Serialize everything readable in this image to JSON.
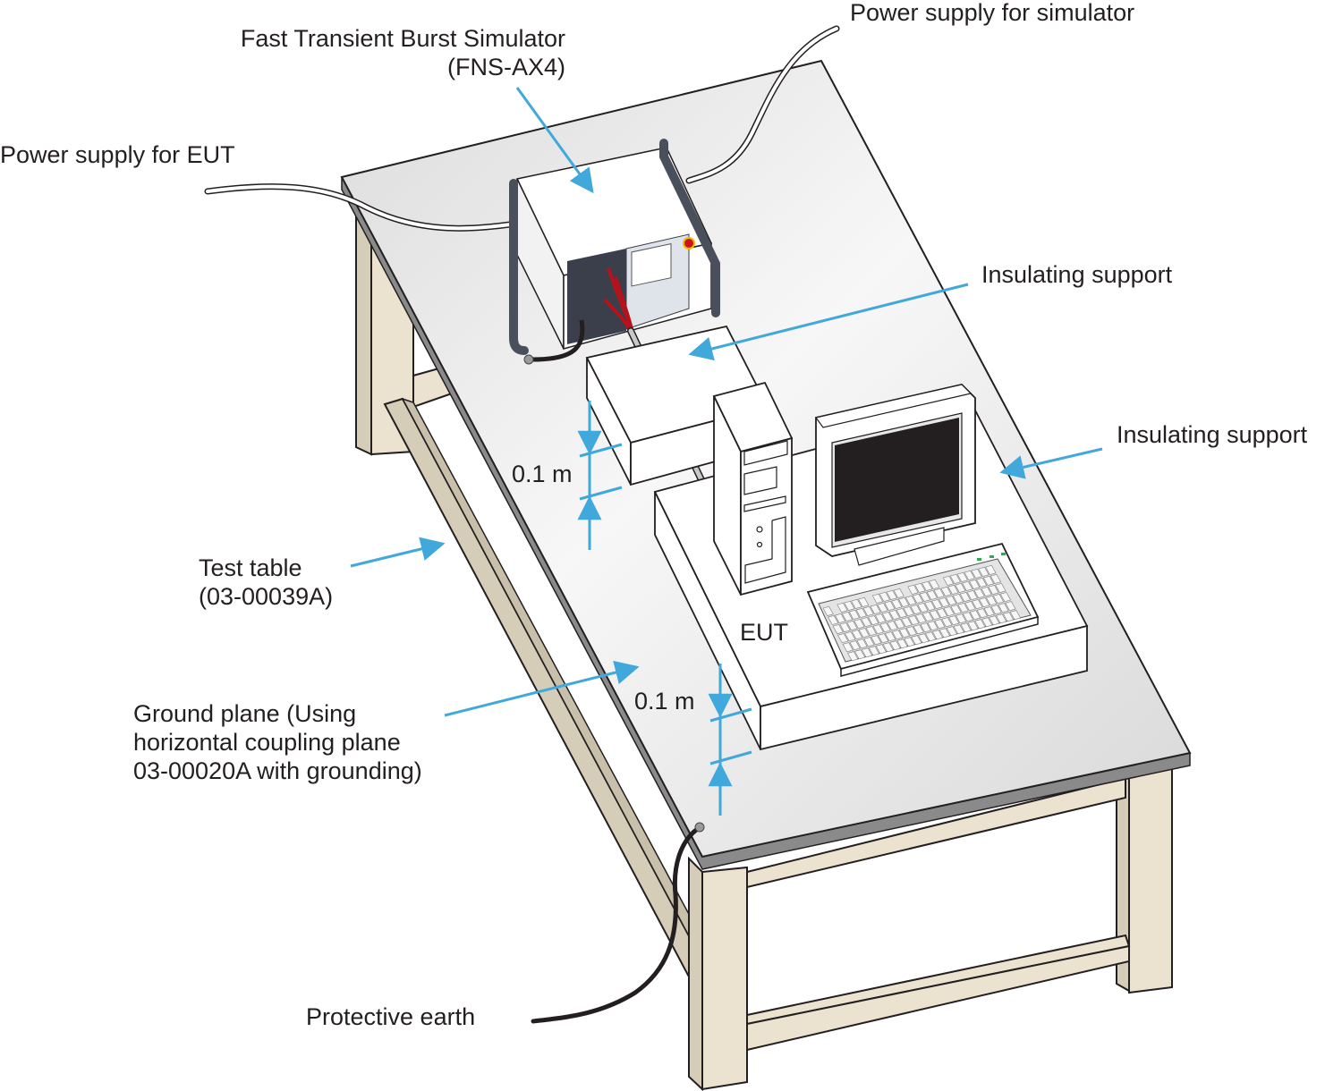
{
  "diagram": {
    "type": "test-setup-illustration",
    "colors": {
      "callout": "#41a8db",
      "ground_plane": "#e6e6e6",
      "plane_edge": "#8a8a8a",
      "table_wood": "#ebe3d0",
      "table_wood_shade": "#d6cdb9",
      "outline": "#231f20",
      "screen": "#231f20",
      "cable_red": "#b5121b",
      "earth_cable": "#231f20",
      "simulator_frame": "#4a4f5c"
    },
    "labels": {
      "simulator_name": "Fast Transient Burst Simulator",
      "simulator_model": "(FNS-AX4)",
      "power_simulator": "Power supply for simulator",
      "power_eut": "Power supply for EUT",
      "insulating_support_1": "Insulating support",
      "insulating_support_2": "Insulating support",
      "distance_1": "0.1 m",
      "distance_2": "0.1 m",
      "test_table": "Test table",
      "test_table_model": "(03-00039A)",
      "ground_plane_1": "Ground plane (Using",
      "ground_plane_2": "horizontal coupling plane",
      "ground_plane_3": "03-00020A with grounding)",
      "eut": "EUT",
      "protective_earth": "Protective earth"
    },
    "components": [
      {
        "id": "simulator",
        "name": "Fast Transient Burst Simulator FNS-AX4"
      },
      {
        "id": "test-table",
        "name": "Test table 03-00039A"
      },
      {
        "id": "ground-plane",
        "name": "Horizontal coupling plane 03-00020A"
      },
      {
        "id": "insulating-support-small",
        "name": "Insulating support"
      },
      {
        "id": "insulating-support-large",
        "name": "Insulating support"
      },
      {
        "id": "eut-tower",
        "name": "PC tower"
      },
      {
        "id": "eut-monitor",
        "name": "Monitor"
      },
      {
        "id": "eut-keyboard",
        "name": "Keyboard"
      }
    ]
  }
}
